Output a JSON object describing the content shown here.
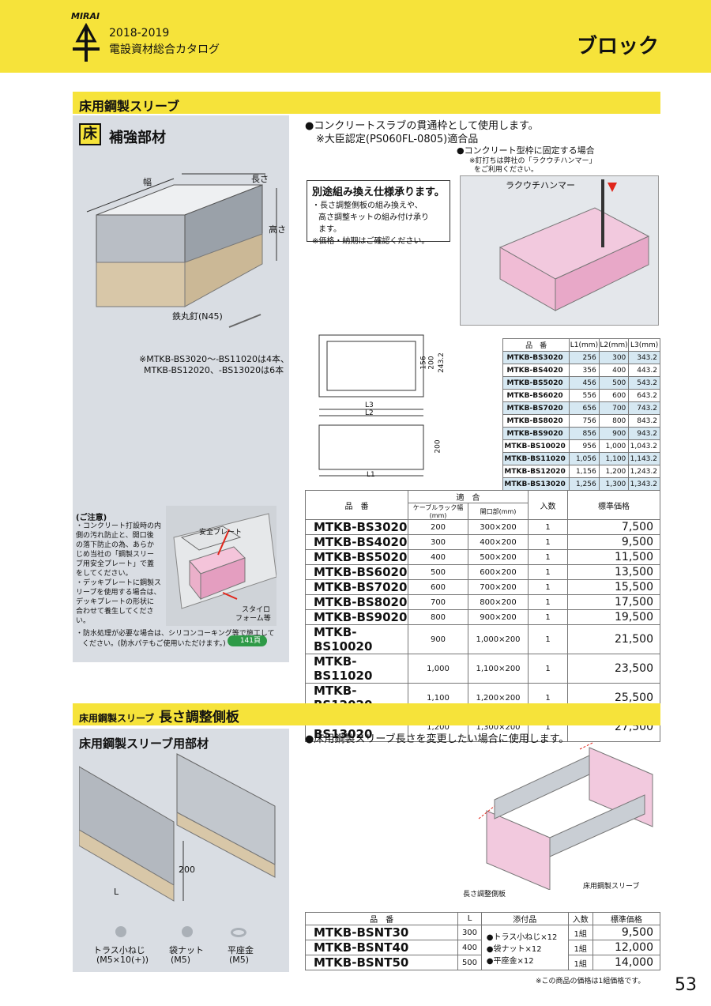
{
  "header": {
    "brand": "MIRAI",
    "year": "2018-2019",
    "catalog": "電設資材総合カタログ",
    "category": "ブロック"
  },
  "section1": {
    "title": "床用鋼製スリーブ",
    "badge": "床",
    "subtitle": "補強部材",
    "dim_width": "幅",
    "dim_length": "長さ",
    "dim_height": "高さ",
    "nail": "鉄丸釘(N45)",
    "nail_note1": "※MTKB-BS3020～-BS11020は4本、",
    "nail_note2": "MTKB-BS12020、-BS13020は6本",
    "desc1": "●コンクリートスラブの貫通枠として使用します。",
    "desc2": "※大臣認定(PS060FL-0805)適合品",
    "fix_note": "●コンクリート型枠に固定する場合",
    "fix_note2": "※釘打ちは弊社の「ラクウチハンマー」",
    "fix_note3": "をご利用ください。",
    "hammer": "ラクウチハンマー",
    "custom_title": "別途組み換え仕様承ります。",
    "custom_b1": "・長さ調整側板の組み換えや、",
    "custom_b2": "高さ調整キットの組み付け承り",
    "custom_b3": "ます。",
    "custom_note": "※価格・納期はご確認ください。",
    "dims": {
      "d156": "156",
      "d200": "200",
      "d243": "243.2",
      "l1": "L1",
      "l2": "L2",
      "l3": "L3",
      "h200": "200"
    },
    "caution_title": "(ご注意)",
    "caution": [
      "・コンクリート打設時の内",
      "側の汚れ防止と、開口後",
      "の落下防止の為、あらか",
      "じめ当社の「鋼製スリー",
      "ブ用安全プレート」で蓋",
      "をしてください。",
      "・デッキプレートに鋼製ス",
      "リーブを使用する場合は、",
      "デッキプレートの形状に",
      "合わせて養生してくださ",
      "い。"
    ],
    "safety_plate": "安全プレート",
    "styro": "スタイロ",
    "styro2": "フォーム等",
    "waterproof1": "・防水処理が必要な場合は、シリコンコーキング等で施工して",
    "waterproof2": "ください。(防水パテもご使用いただけます。)",
    "page_ref": "141頁",
    "spec_headers": [
      "品　番",
      "L1(mm)",
      "L2(mm)",
      "L3(mm)"
    ],
    "spec_rows": [
      [
        "MTKB-BS3020",
        "256",
        "300",
        "343.2"
      ],
      [
        "MTKB-BS4020",
        "356",
        "400",
        "443.2"
      ],
      [
        "MTKB-BS5020",
        "456",
        "500",
        "543.2"
      ],
      [
        "MTKB-BS6020",
        "556",
        "600",
        "643.2"
      ],
      [
        "MTKB-BS7020",
        "656",
        "700",
        "743.2"
      ],
      [
        "MTKB-BS8020",
        "756",
        "800",
        "843.2"
      ],
      [
        "MTKB-BS9020",
        "856",
        "900",
        "943.2"
      ],
      [
        "MTKB-BS10020",
        "956",
        "1,000",
        "1,043.2"
      ],
      [
        "MTKB-BS11020",
        "1,056",
        "1,100",
        "1,143.2"
      ],
      [
        "MTKB-BS12020",
        "1,156",
        "1,200",
        "1,243.2"
      ],
      [
        "MTKB-BS13020",
        "1,256",
        "1,300",
        "1,343.2"
      ]
    ],
    "price_headers": {
      "pn": "品　番",
      "fit": "適　合",
      "rack": "ケーブルラック幅(mm)",
      "open": "開口部(mm)",
      "qty": "入数",
      "price": "標準価格"
    },
    "price_rows": [
      [
        "MTKB-BS3020",
        "200",
        "300×200",
        "1",
        "7,500"
      ],
      [
        "MTKB-BS4020",
        "300",
        "400×200",
        "1",
        "9,500"
      ],
      [
        "MTKB-BS5020",
        "400",
        "500×200",
        "1",
        "11,500"
      ],
      [
        "MTKB-BS6020",
        "500",
        "600×200",
        "1",
        "13,500"
      ],
      [
        "MTKB-BS7020",
        "600",
        "700×200",
        "1",
        "15,500"
      ],
      [
        "MTKB-BS8020",
        "700",
        "800×200",
        "1",
        "17,500"
      ],
      [
        "MTKB-BS9020",
        "800",
        "900×200",
        "1",
        "19,500"
      ],
      [
        "MTKB-BS10020",
        "900",
        "1,000×200",
        "1",
        "21,500"
      ],
      [
        "MTKB-BS11020",
        "1,000",
        "1,100×200",
        "1",
        "23,500"
      ],
      [
        "MTKB-BS12020",
        "1,100",
        "1,200×200",
        "1",
        "25,500"
      ],
      [
        "MTKB-BS13020",
        "1,200",
        "1,300×200",
        "1",
        "27,500"
      ]
    ]
  },
  "section2": {
    "title_small": "床用鋼製スリーブ",
    "title_big": "長さ調整側板",
    "subtitle": "床用鋼製スリーブ用部材",
    "desc": "●床用鋼製スリーブ長さを変更したい場合に使用します。",
    "dim_l": "L",
    "dim_200": "200",
    "parts": [
      {
        "name": "トラス小ねじ",
        "spec": "(M5×10(+))"
      },
      {
        "name": "袋ナット",
        "spec": "(M5)"
      },
      {
        "name": "平座金",
        "spec": "(M5)"
      }
    ],
    "label_side": "長さ調整側板",
    "label_sleeve": "床用鋼製スリーブ",
    "headers": [
      "品　番",
      "L",
      "添付品",
      "入数",
      "標準価格"
    ],
    "rows": [
      [
        "MTKB-BSNT30",
        "300",
        "1組",
        "9,500"
      ],
      [
        "MTKB-BSNT40",
        "400",
        "1組",
        "12,000"
      ],
      [
        "MTKB-BSNT50",
        "500",
        "1組",
        "14,000"
      ]
    ],
    "accessories": [
      "●トラス小ねじ×12",
      "●袋ナット×12",
      "●平座金×12"
    ],
    "note": "※この商品の価格は1組価格です。"
  },
  "page_number": "53"
}
